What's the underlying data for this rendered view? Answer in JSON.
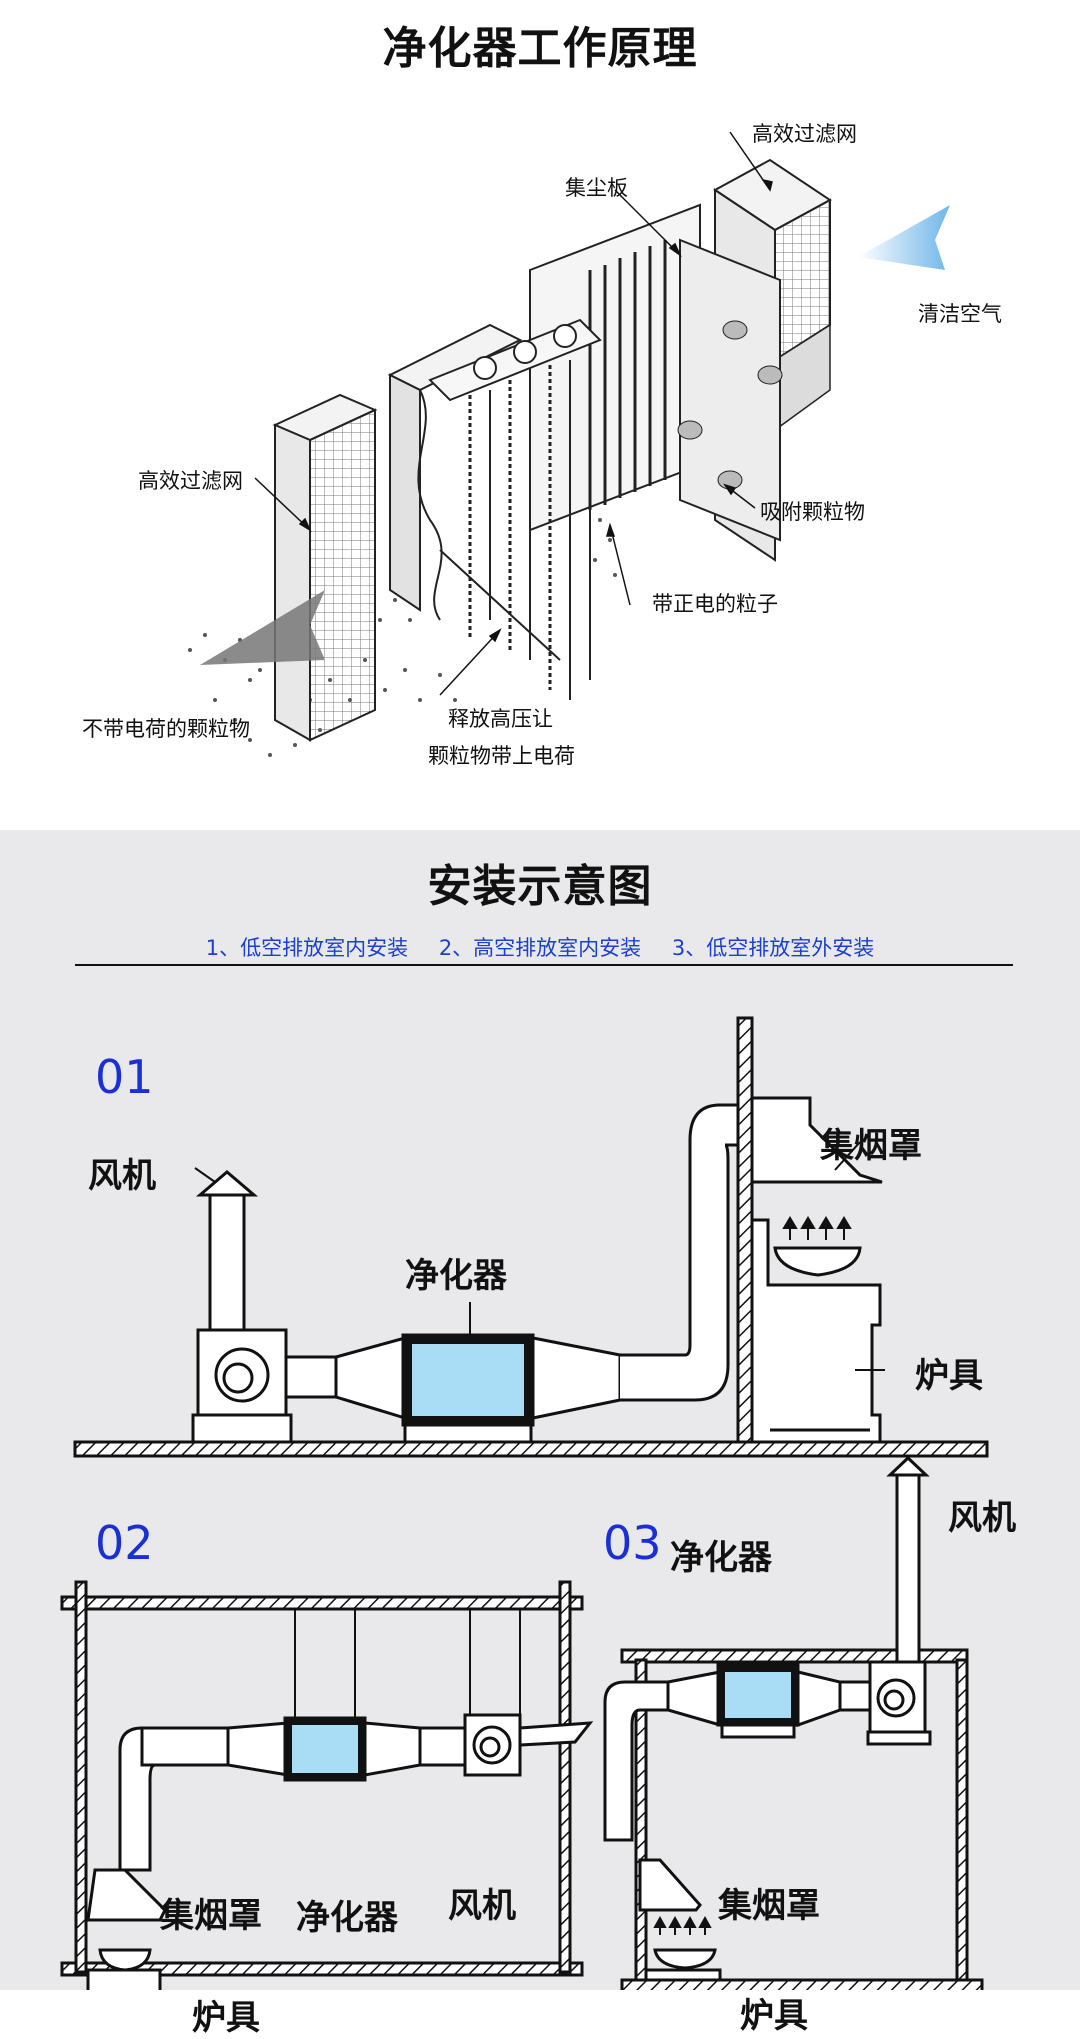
{
  "section1": {
    "title": "净化器工作原理",
    "labels": {
      "filter_top": "高效过滤网",
      "collector": "集尘板",
      "clean_air": "清洁空气",
      "filter_left": "高效过滤网",
      "adsorbed": "吸附颗粒物",
      "positive": "带正电的粒子",
      "uncharged": "不带电荷的颗粒物",
      "release_1": "释放高压让",
      "release_2": "颗粒物带上电荷"
    }
  },
  "section2": {
    "title": "安装示意图",
    "modes": [
      "1、低空排放室内安装",
      "2、高空排放室内安装",
      "3、低空排放室外安装"
    ],
    "d1": {
      "num": "01",
      "fan": "风机",
      "purifier": "净化器",
      "hood": "集烟罩",
      "stove": "炉具"
    },
    "d2": {
      "num": "02",
      "hood": "集烟罩",
      "purifier": "净化器",
      "fan": "风机",
      "stove": "炉具"
    },
    "d3": {
      "num": "03",
      "purifier": "净化器",
      "fan": "风机",
      "hood": "集烟罩",
      "stove": "炉具"
    }
  },
  "colors": {
    "accent_blue": "#1a2fd6",
    "purifier_fill": "#a9dcf5",
    "section2_bg": "#e9e9eb"
  }
}
